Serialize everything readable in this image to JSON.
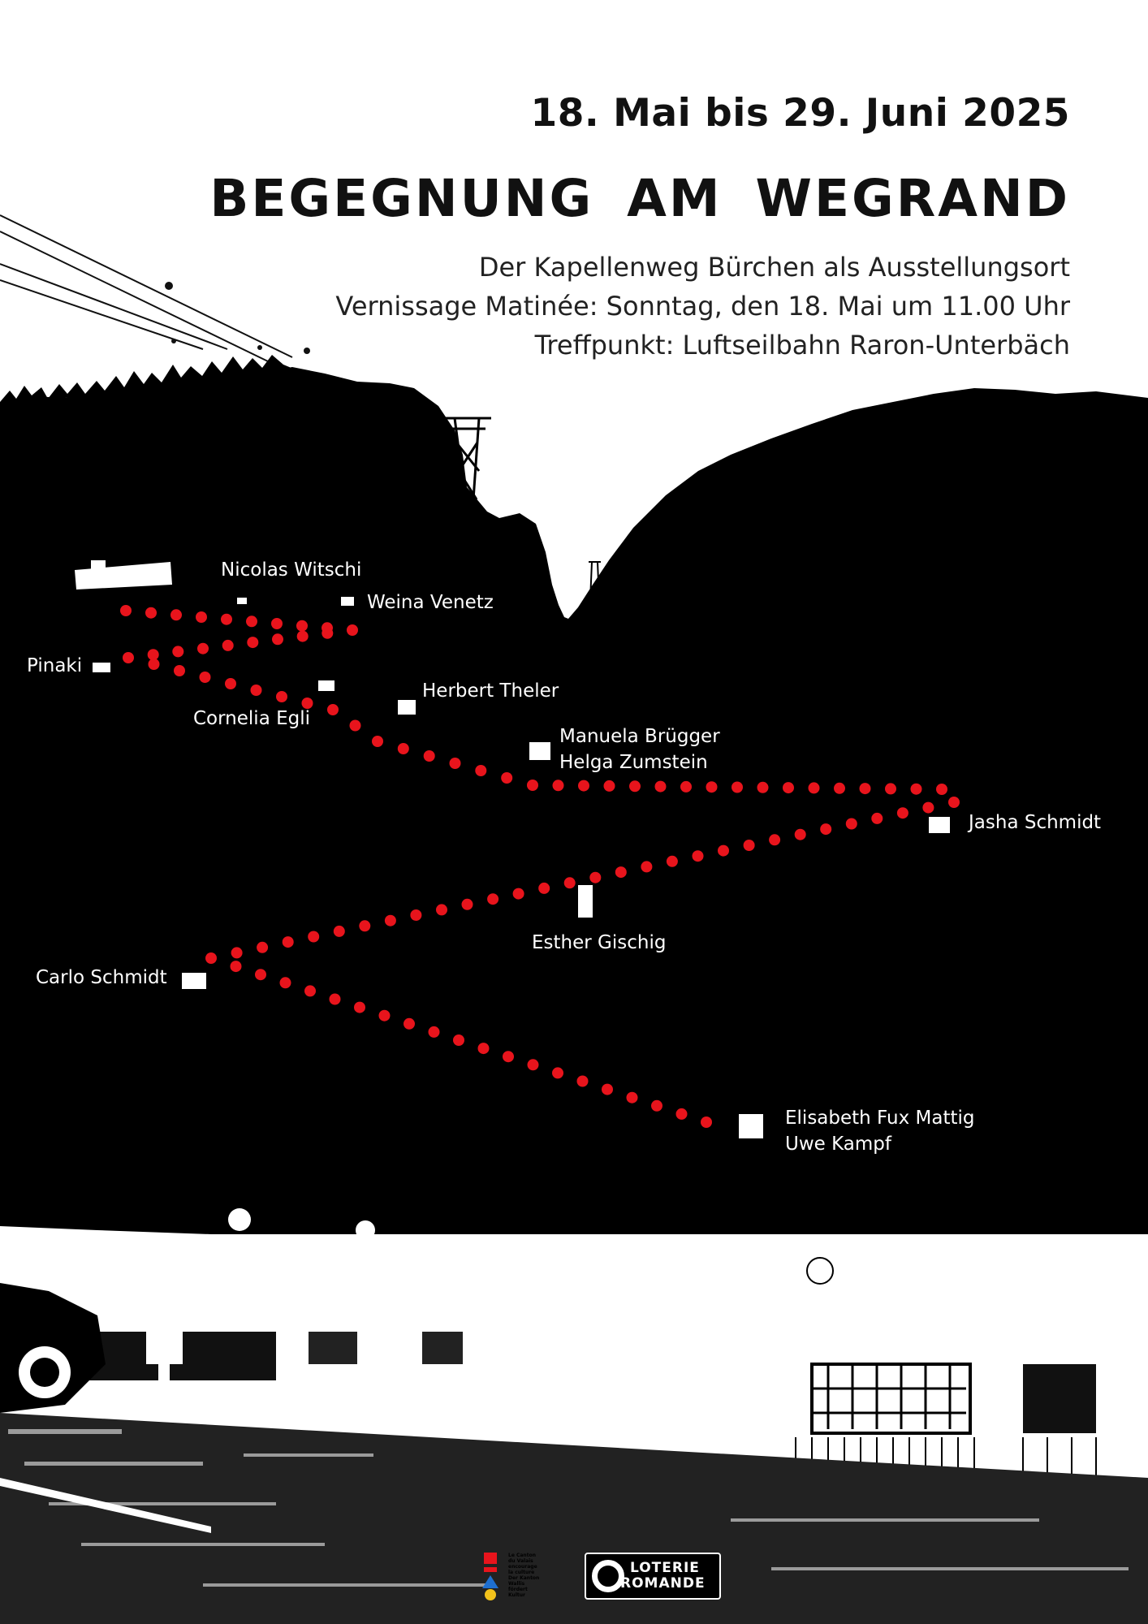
{
  "poster": {
    "date": "18. Mai bis 29. Juni 2025",
    "title": "BEGEGNUNG AM WEGRAND",
    "subtitle_lines": [
      "Der Kapellenweg Bürchen als Ausstellungsort",
      "Vernissage Matinée: Sonntag, den 18. Mai um 11.00 Uhr",
      "Treffpunkt: Luftseilbahn Raron-Unterbäch"
    ]
  },
  "artists": [
    "Nicolas Witschi",
    "Weina Venetz",
    "Pinaki",
    "Cornelia Egli",
    "Herbert Theler",
    "Manuela Brügger",
    "Helga Zumstein",
    "Jasha Schmidt",
    "Esther Gischig",
    "Carlo Schmidt",
    "Elisabeth Fux Mattig",
    "Uwe Kampf"
  ],
  "logos": {
    "canton_lines": [
      "Le Canton",
      "du Valais",
      "encourage",
      "la culture",
      "Der Kanton",
      "Wallis",
      "fördert Kultur"
    ],
    "loterie_line1": "LOTERIE",
    "loterie_line2": "ROMANDE"
  },
  "colors": {
    "path_dot": "#e8141c",
    "background_dark": "#000000",
    "paper": "#ffffff"
  }
}
